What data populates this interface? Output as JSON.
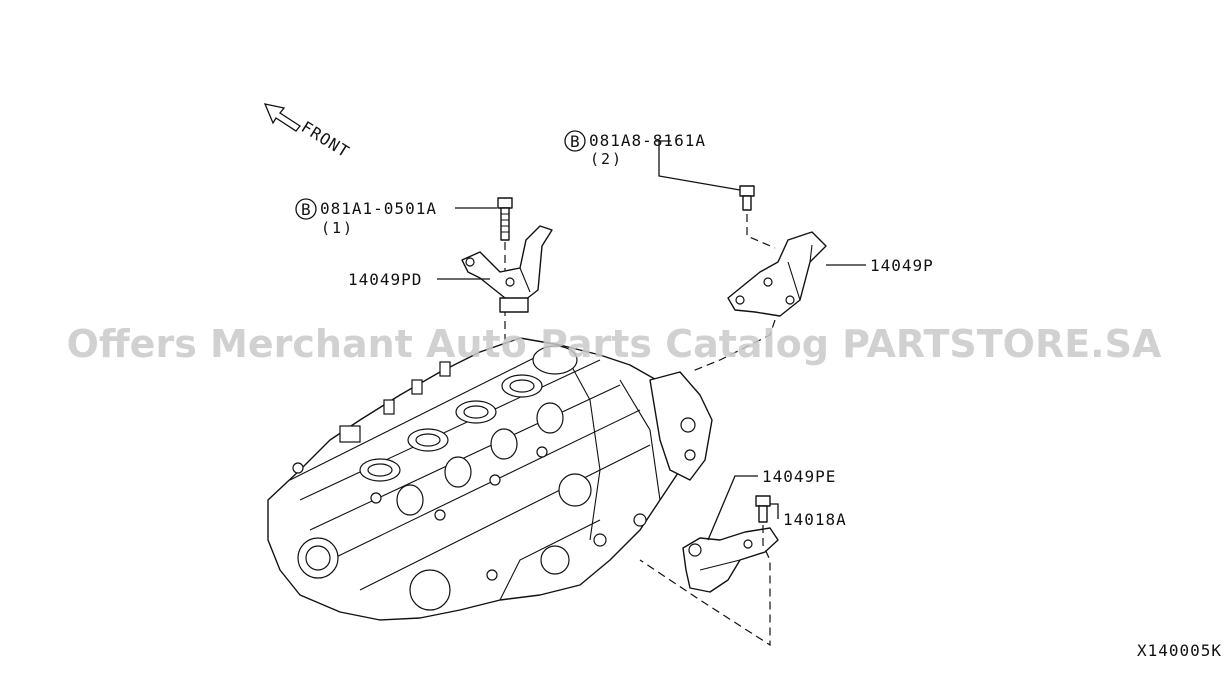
{
  "front_label": "FRONT",
  "callouts": {
    "bolt_b1": {
      "symbol": "B",
      "part_no": "081A1-0501A",
      "qty": "(1)"
    },
    "bolt_b2": {
      "symbol": "B",
      "part_no": "081A8-8161A",
      "qty": "(2)"
    },
    "bracket_pd": "14049PD",
    "bracket_p": "14049P",
    "bracket_pe": "14049PE",
    "bolt_14018a": "14018A"
  },
  "watermark": "Offers Merchant Auto Parts Catalog PARTSTORE.SA",
  "diagram_code": "X140005K"
}
